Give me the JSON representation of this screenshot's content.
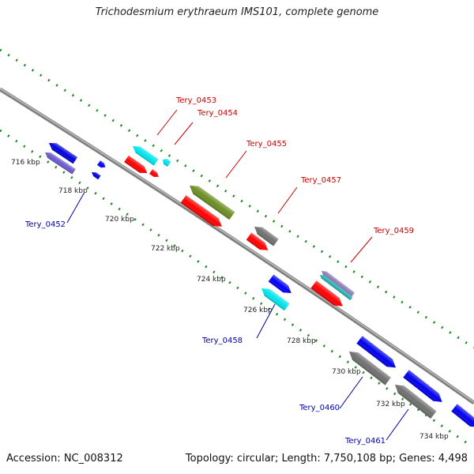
{
  "title": "Trichodesmium erythraeum IMS101, complete genome",
  "footer": {
    "accession": "Accession: NC_008312",
    "topology": "Topology: circular; Length: 7,750,108 bp; Genes: 4,498"
  },
  "colors": {
    "backbone": "#888888",
    "dots": "#1a8a1a",
    "forward_label": "#cc0000",
    "reverse_label": "#0000aa"
  },
  "ticks": [
    "716 kbp",
    "718 kbp",
    "720 kbp",
    "722 kbp",
    "724 kbp",
    "726 kbp",
    "728 kbp",
    "730 kbp",
    "732 kbp",
    "734 kbp"
  ],
  "gene_labels": [
    {
      "name": "Tery_0453",
      "strand": "forward"
    },
    {
      "name": "Tery_0454",
      "strand": "forward"
    },
    {
      "name": "Tery_0455",
      "strand": "forward"
    },
    {
      "name": "Tery_0457",
      "strand": "forward"
    },
    {
      "name": "Tery_0459",
      "strand": "forward"
    },
    {
      "name": "Tery_0452",
      "strand": "reverse"
    },
    {
      "name": "Tery_0458",
      "strand": "reverse"
    },
    {
      "name": "Tery_0460",
      "strand": "reverse"
    },
    {
      "name": "Tery_0461",
      "strand": "reverse"
    }
  ]
}
